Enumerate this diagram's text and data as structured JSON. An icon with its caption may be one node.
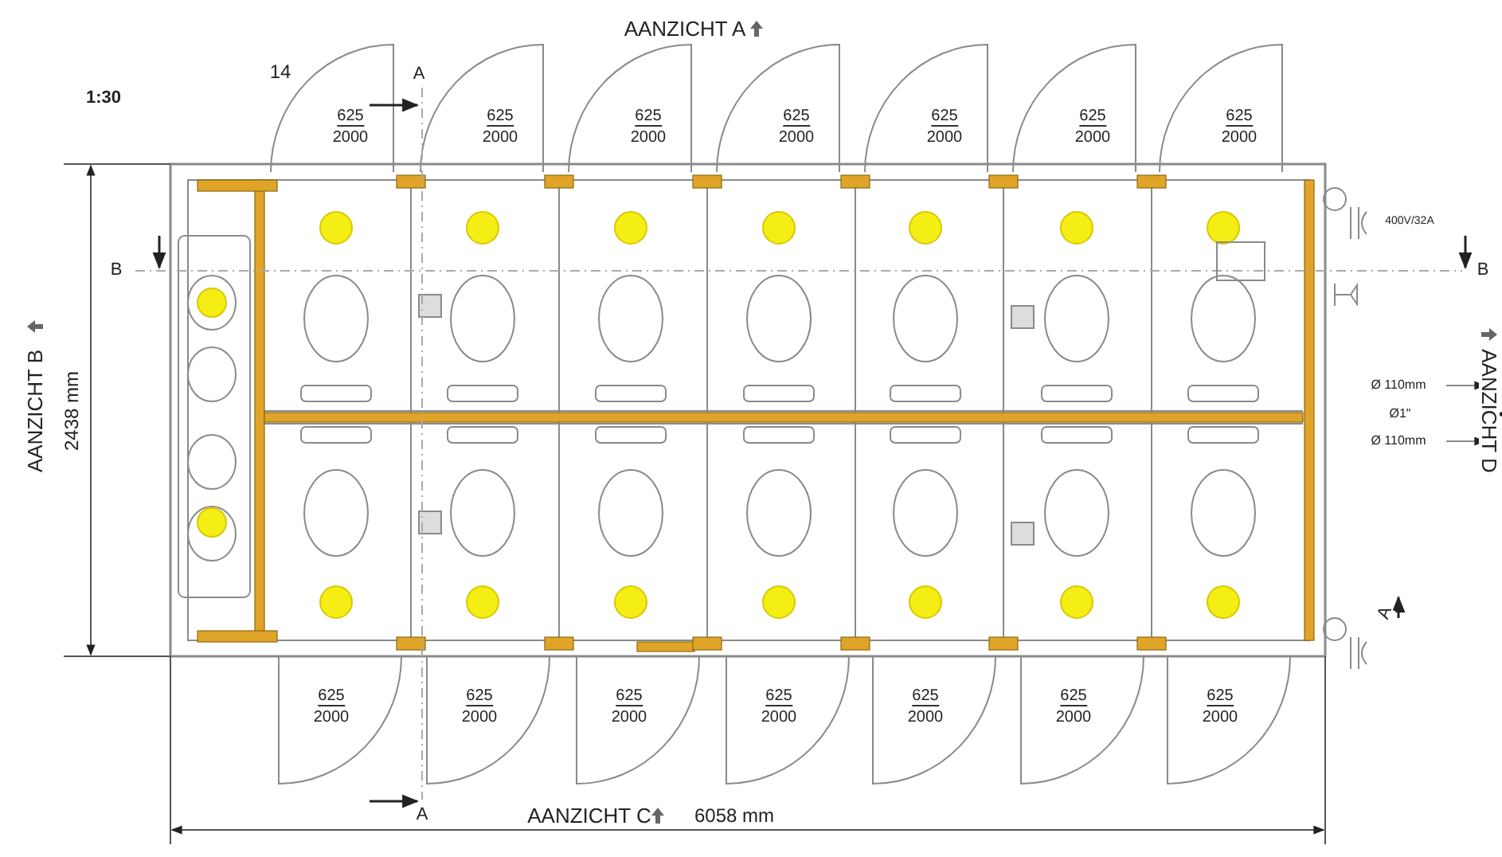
{
  "diagram": {
    "labels": [
      "AANZICHT A",
      "1:30",
      "14",
      "A",
      "625",
      "2000",
      "625",
      "2000",
      "625",
      "2000",
      "625",
      "2000",
      "625",
      "2000",
      "625",
      "2000",
      "625",
      "2000",
      "B",
      "400V/32A",
      "B",
      "AANZICHT B",
      "2438 mm",
      "Ø 110mm",
      "Ø1\"",
      "Ø 110mm",
      "AANZICHT D",
      "A",
      "625",
      "2000",
      "625",
      "2000",
      "625",
      "2000",
      "625",
      "2000",
      "625",
      "2000",
      "625",
      "2000",
      "625",
      "2000",
      "A",
      "AANZICHT C",
      "6058 mm"
    ]
  }
}
